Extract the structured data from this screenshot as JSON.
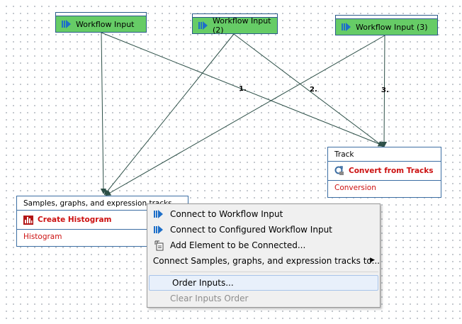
{
  "workflow_inputs": [
    {
      "label": "Workflow Input"
    },
    {
      "label": "Workflow Input (2)"
    },
    {
      "label": "Workflow Input (3)"
    }
  ],
  "edge_labels": [
    "1.",
    "2.",
    "3."
  ],
  "element_track": {
    "title": "Track",
    "tool": "Convert from Tracks",
    "output": "Conversion"
  },
  "element_histogram": {
    "title": "Samples, graphs, and expression tracks",
    "tool": "Create Histogram",
    "output": "Histogram"
  },
  "context_menu": {
    "items": [
      {
        "label": "Connect to Workflow Input",
        "icon": "workflow-input-arrow-icon"
      },
      {
        "label": "Connect to Configured Workflow Input",
        "icon": "workflow-input-arrow-icon"
      },
      {
        "label": "Add Element to be Connected...",
        "icon": "add-element-icon"
      },
      {
        "label": "Connect Samples, graphs, and expression tracks to...",
        "icon": "",
        "submenu": true
      }
    ],
    "items2": [
      {
        "label": "Order Inputs...",
        "highlighted": true
      },
      {
        "label": "Clear Inputs Order",
        "disabled": true
      }
    ]
  },
  "colors": {
    "input_fill": "#66cc66",
    "border_blue": "#3c6ea3",
    "tool_red": "#cc1111",
    "arrow_blue": "#1e6fc8",
    "edge": "#2c4f47"
  }
}
